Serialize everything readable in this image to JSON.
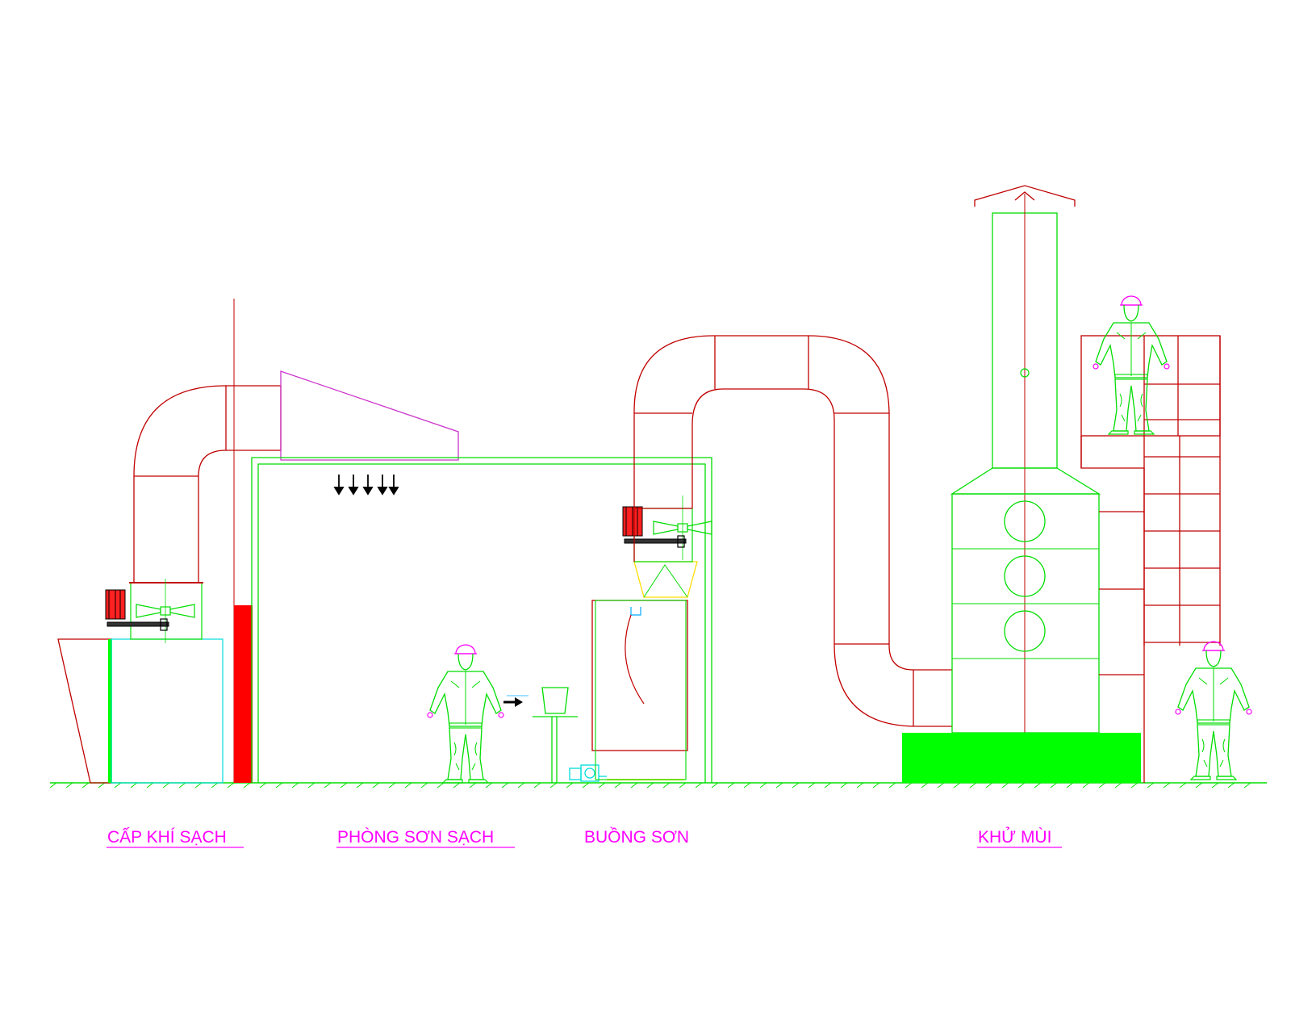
{
  "labels": {
    "clean_air_supply": "CẤP KHÍ SẠCH",
    "clean_paint_room": "PHÒNG SƠN SẠCH",
    "paint_booth": "BUỒNG SƠN",
    "deodorize": "KHỬ MÙI"
  },
  "colors": {
    "duct": "#c00000",
    "equipment": "#00dd00",
    "label": "#ff00ff",
    "hood": "#cc33cc",
    "filter_red": "#ff0000",
    "base_green": "#00ff00",
    "pump": "#00ffff",
    "black": "#000000"
  },
  "icons": {
    "fan": "axial-fan-icon",
    "worker": "worker-icon",
    "pump": "pump-icon",
    "arrow": "airflow-arrow-icon"
  }
}
